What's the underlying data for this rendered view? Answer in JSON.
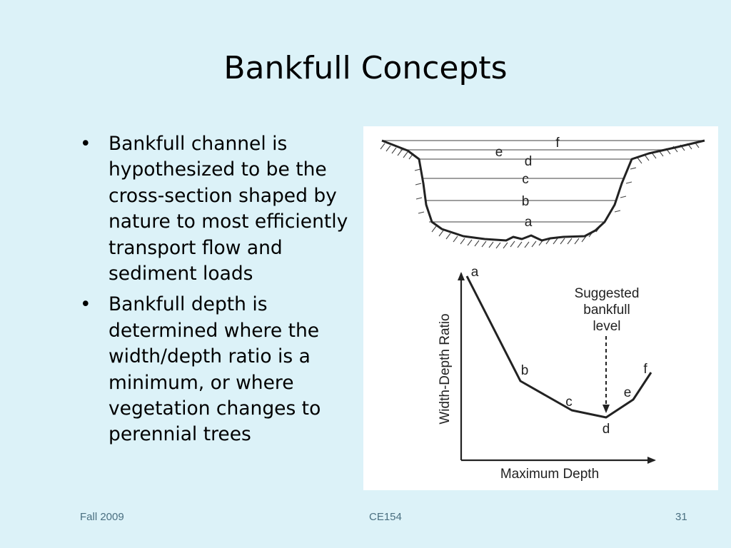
{
  "slide": {
    "title": "Bankfull Concepts",
    "bullets": [
      "Bankfull channel is hypothesized to be the cross-section shaped by nature to most efficiently transport flow and sediment loads",
      "Bankfull depth is determined where the width/depth ratio is a minimum, or where vegetation changes to perennial trees"
    ],
    "bullet_symbol": "•"
  },
  "figure": {
    "cross_section_levels": [
      "e",
      "f",
      "d",
      "c",
      "b",
      "a"
    ],
    "curve_points": [
      "a",
      "b",
      "c",
      "d",
      "e",
      "f"
    ],
    "annotation": [
      "Suggested",
      "bankfull",
      "level"
    ],
    "y_axis_label": "Width-Depth Ratio",
    "x_axis_label": "Maximum Depth"
  },
  "footer": {
    "left": "Fall 2009",
    "center": "CE154",
    "right": "31",
    "color": "#4a6f80"
  }
}
